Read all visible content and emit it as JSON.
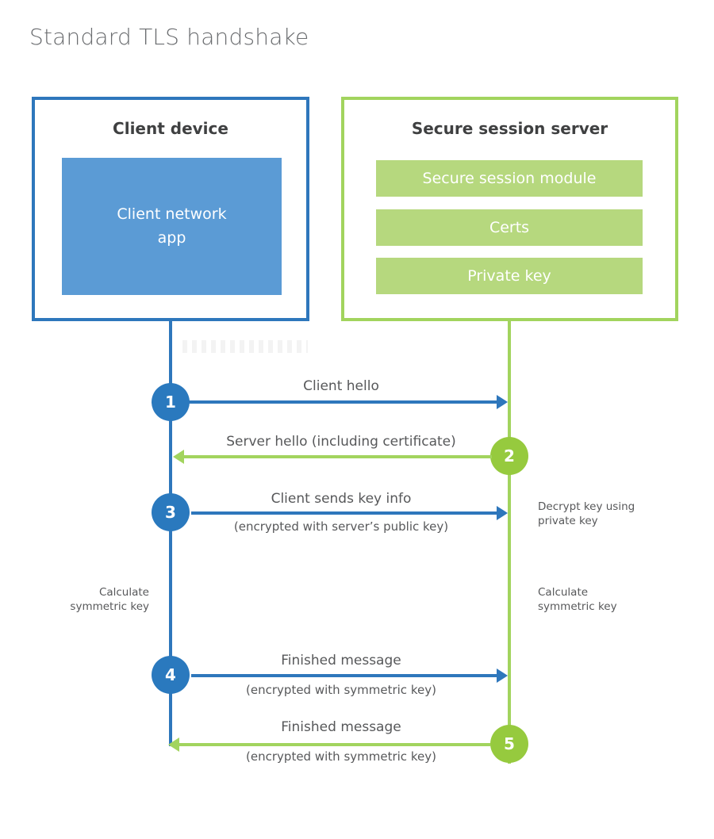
{
  "page": {
    "title": "Standard TLS handshake"
  },
  "colors": {
    "client_border_blue": "#2e77bc",
    "client_app_fill": "#5b9bd5",
    "circle_blue": "#2a79be",
    "server_border_green": "#a2d45e",
    "server_bar_fill": "#b6d87e",
    "circle_green": "#96ca3e",
    "heading_dark": "#3f4041",
    "label_gray": "#57585a",
    "title_gray": "#6b6d70"
  },
  "client": {
    "title": "Client device",
    "app_label": "Client network\napp"
  },
  "server": {
    "title": "Secure session server",
    "modules": [
      "Secure session module",
      "Certs",
      "Private key"
    ]
  },
  "steps": [
    {
      "number": "1",
      "label": "Client hello",
      "sublabel": "",
      "from": "client",
      "to": "server"
    },
    {
      "number": "2",
      "label": "Server hello (including certificate)",
      "sublabel": "",
      "from": "server",
      "to": "client"
    },
    {
      "number": "3",
      "label": "Client sends key info",
      "sublabel": "(encrypted with server’s public key)",
      "from": "client",
      "to": "server"
    },
    {
      "number": "4",
      "label": "Finished message",
      "sublabel": "(encrypted with symmetric key)",
      "from": "client",
      "to": "server"
    },
    {
      "number": "5",
      "label": "Finished message",
      "sublabel": "(encrypted with symmetric key)",
      "from": "server",
      "to": "client"
    }
  ],
  "annotations": {
    "decrypt_note": "Decrypt key using private key",
    "calculate_left": "Calculate symmetric key",
    "calculate_right": "Calculate symmetric key"
  }
}
